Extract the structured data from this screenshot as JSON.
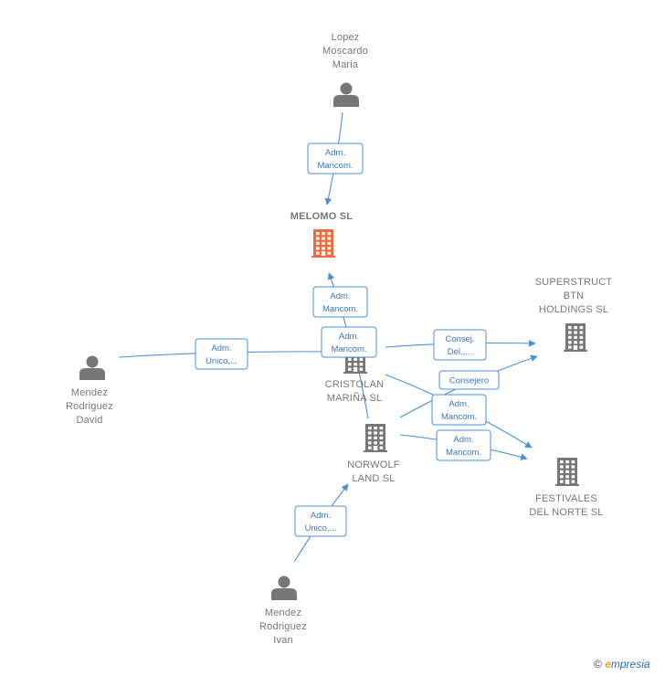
{
  "colors": {
    "person": "#777777",
    "company": "#777777",
    "focus_company": "#f26a3a",
    "edge": "#4a8fd8",
    "edge_text": "#3a76bd"
  },
  "nodes": [
    {
      "id": "lopez",
      "kind": "person",
      "lines": [
        "Lopez",
        "Moscardo",
        "Maria"
      ]
    },
    {
      "id": "melomo",
      "kind": "company-focus",
      "lines": [
        "MELOMO  SL"
      ]
    },
    {
      "id": "superstruct",
      "kind": "company",
      "lines": [
        "SUPERSTRUCT",
        "BTN",
        "HOLDINGS  SL"
      ]
    },
    {
      "id": "david",
      "kind": "person",
      "lines": [
        "Mendez",
        "Rodriguez",
        "David"
      ]
    },
    {
      "id": "cristolan",
      "kind": "company",
      "lines": [
        "CRISTOLAN",
        "MARIÑA  SL"
      ]
    },
    {
      "id": "norwolf",
      "kind": "company",
      "lines": [
        "NORWOLF",
        "LAND  SL"
      ]
    },
    {
      "id": "festivales",
      "kind": "company",
      "lines": [
        "FESTIVALES",
        "DEL NORTE  SL"
      ]
    },
    {
      "id": "ivan",
      "kind": "person",
      "lines": [
        "Mendez",
        "Rodriguez",
        "Ivan"
      ]
    }
  ],
  "edges": [
    {
      "id": "lopez-melomo",
      "lines": [
        "Adm.",
        "Mancom."
      ]
    },
    {
      "id": "cristolan-melomo",
      "lines": [
        "Adm.",
        "Mancom."
      ]
    },
    {
      "id": "david-cristolan",
      "lines": [
        "Adm.",
        "Unico,..."
      ]
    },
    {
      "id": "norwolf-cristolan",
      "lines": [
        "Adm.",
        "Mancom."
      ]
    },
    {
      "id": "cristolan-superstruct",
      "lines": [
        "Consej.",
        "Del.,..."
      ]
    },
    {
      "id": "norwolf-superstruct",
      "lines": [
        "Consejero"
      ]
    },
    {
      "id": "cristolan-festivales",
      "lines": [
        "Adm.",
        "Mancom."
      ]
    },
    {
      "id": "norwolf-festivales",
      "lines": [
        "Adm.",
        "Mancom."
      ]
    },
    {
      "id": "ivan-norwolf",
      "lines": [
        "Adm.",
        "Unico,..."
      ]
    }
  ],
  "watermark": {
    "copyright": "©",
    "brand_initial": "e",
    "brand_rest": "mpresia"
  }
}
